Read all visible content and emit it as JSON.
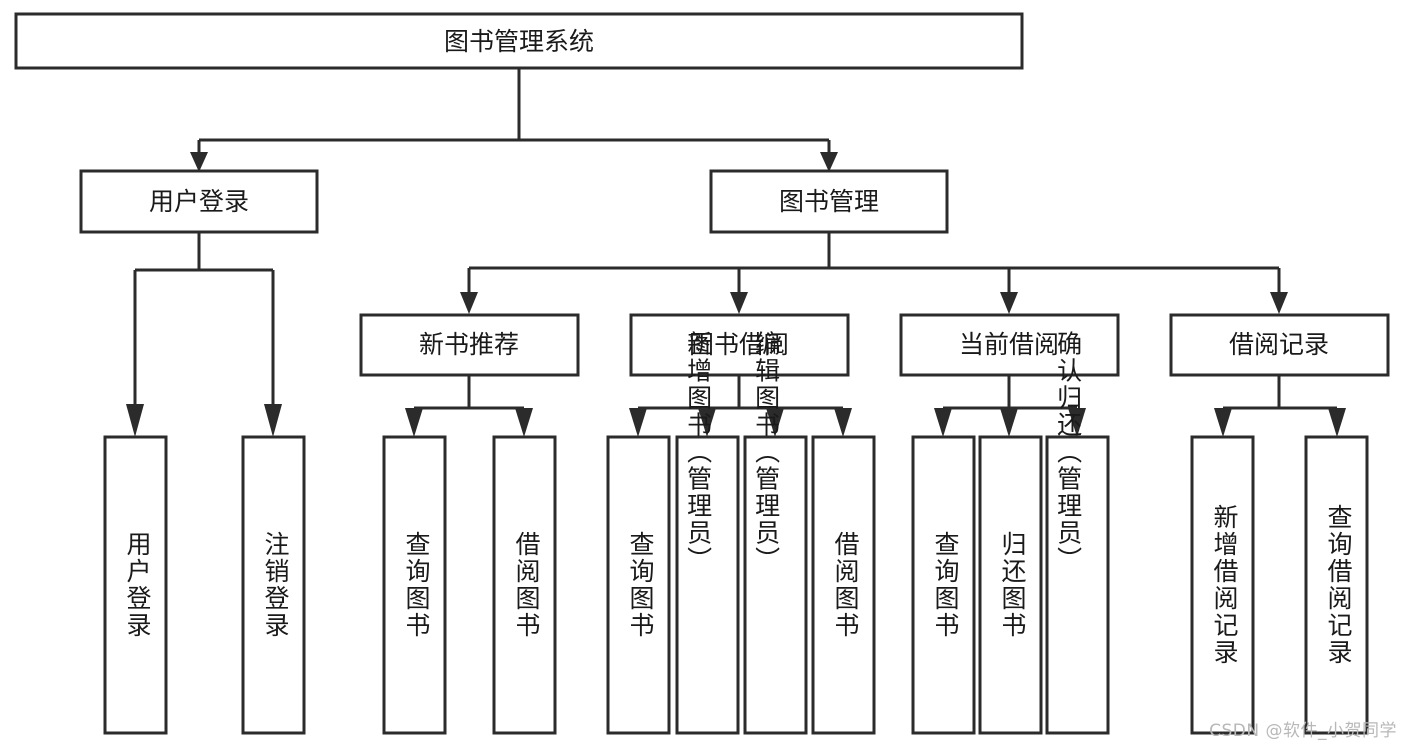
{
  "diagram": {
    "title": "图书管理系统",
    "type": "hierarchy-tree",
    "watermark": "CSDN @软件_小贺同学",
    "colors": {
      "box_stroke": "#2b2b2b",
      "box_fill": "#ffffff",
      "text": "#1a1a1a",
      "background": "#ffffff",
      "watermark": "#b8b8b8"
    },
    "levels": {
      "root": {
        "label": "图书管理系统"
      },
      "level2": [
        {
          "label": "用户登录"
        },
        {
          "label": "图书管理"
        }
      ],
      "level3": [
        {
          "label": "新书推荐"
        },
        {
          "label": "图书借阅"
        },
        {
          "label": "当前借阅"
        },
        {
          "label": "借阅记录"
        }
      ],
      "leaves": {
        "user_login": [
          {
            "label": "用户登录"
          },
          {
            "label": "注销登录"
          }
        ],
        "new_book_recommend": [
          {
            "label": "查询图书"
          },
          {
            "label": "借阅图书"
          }
        ],
        "book_borrow": [
          {
            "label": "查询图书"
          },
          {
            "label": "新增图书（管理员）"
          },
          {
            "label": "编辑图书（管理员）"
          },
          {
            "label": "借阅图书"
          }
        ],
        "current_borrow": [
          {
            "label": "查询图书"
          },
          {
            "label": "归还图书"
          },
          {
            "label": "确认归还（管理员）"
          }
        ],
        "borrow_record": [
          {
            "label": "新增借阅记录"
          },
          {
            "label": "查询借阅记录"
          }
        ]
      }
    }
  }
}
